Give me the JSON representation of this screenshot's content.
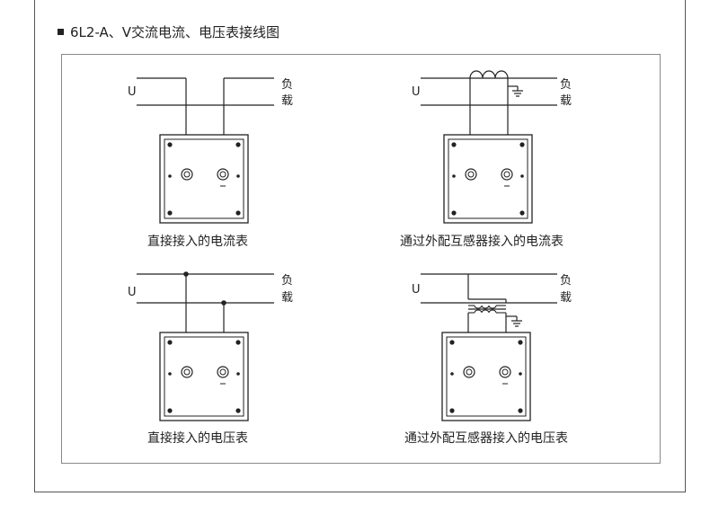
{
  "heading": "6L2-A、V交流电流、电压表接线图",
  "diagrams": [
    {
      "caption": "直接接入的电流表",
      "source_label": "U",
      "load_top": "负",
      "load_bottom": "载"
    },
    {
      "caption": "通过外配互感器接入的电流表",
      "source_label": "U",
      "load_top": "负",
      "load_bottom": "载"
    },
    {
      "caption": "直接接入的电压表",
      "source_label": "U",
      "load_top": "负",
      "load_bottom": "载"
    },
    {
      "caption": "通过外配互感器接入的电压表",
      "source_label": "U",
      "load_top": "负",
      "load_bottom": "载"
    }
  ],
  "colors": {
    "line": "#222222",
    "border": "#888888"
  }
}
